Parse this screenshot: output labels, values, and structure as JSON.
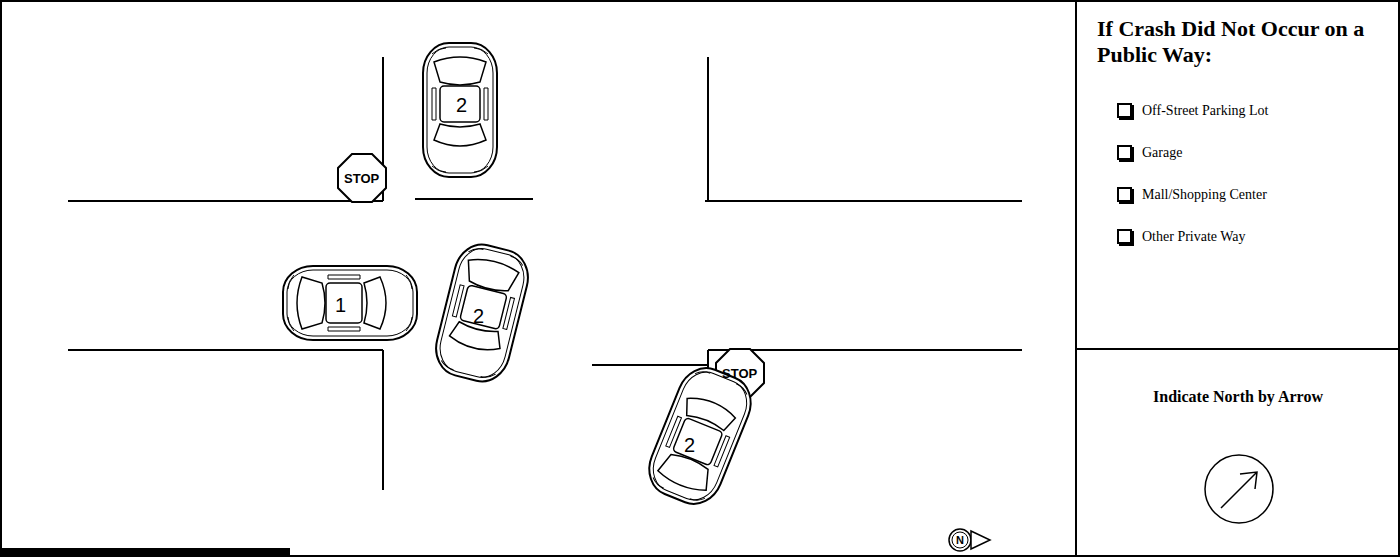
{
  "diagram": {
    "nodes": [
      {
        "text": [
          "If Crash Did Not Occur on a Public Way:",
          "Off-Street Parking Lot",
          "Garage",
          "Mall/Shopping Center",
          "Other Private Way"
        ]
      },
      {
        "text": [
          "Indicate North by Arrow"
        ]
      }
    ],
    "labels": [
      "2",
      "STOP",
      "1",
      "2",
      "STOP",
      "2",
      "N"
    ]
  }
}
